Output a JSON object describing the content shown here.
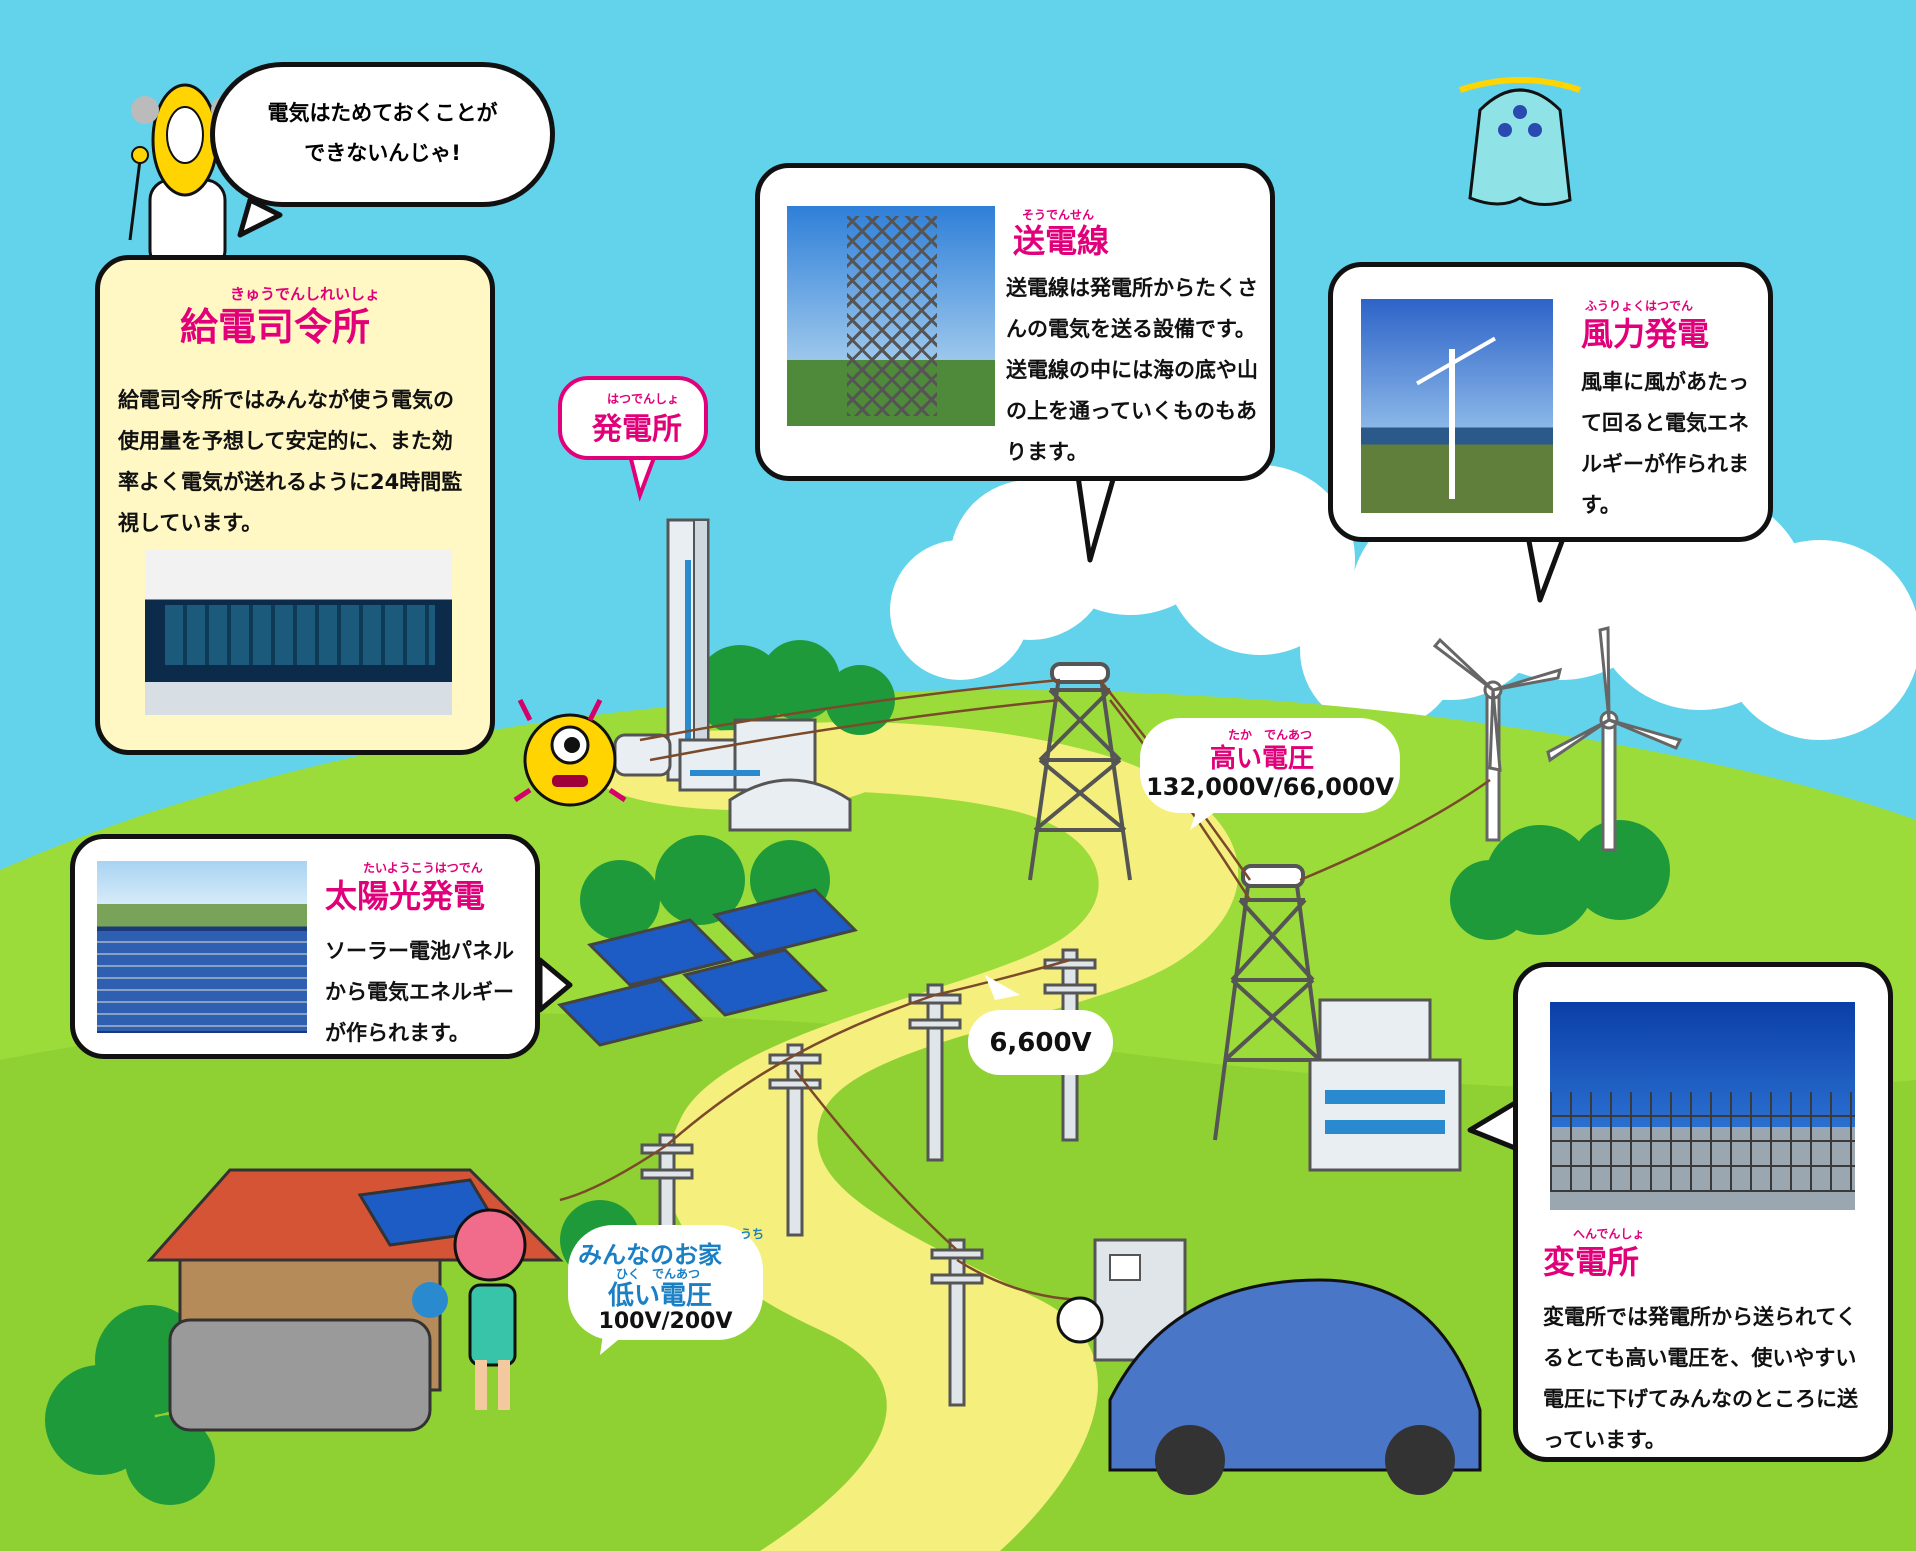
{
  "speech": {
    "line1": "電気はためておくことが",
    "line2": "できないんじゃ!"
  },
  "kyuden": {
    "ruby": "きゅうでんしれいしょ",
    "title": "給電司令所",
    "body": "給電司令所ではみんなが使う電気の使用量を予想して安定的に、また効率よく電気が送れるように24時間監視しています。",
    "photo_icon": "control-room-photo"
  },
  "hatsudensho": {
    "ruby": "はつでんしょ",
    "title": "発電所"
  },
  "soudensen": {
    "ruby": "そうでんせん",
    "title": "送電線",
    "body": "送電線は発電所からたくさんの電気を送る設備です。送電線の中には海の底や山の上を通っていくものもあります。",
    "photo_icon": "transmission-tower-photo"
  },
  "furyoku": {
    "ruby": "ふうりょくはつでん",
    "title": "風力発電",
    "body": "風車に風があたって回ると電気エネルギーが作られます。",
    "photo_icon": "wind-turbine-photo"
  },
  "taiyoko": {
    "ruby": "たいようこうはつでん",
    "title": "太陽光発電",
    "body": "ソーラー電池パネルから電気エネルギーが作られます。",
    "photo_icon": "solar-farm-photo"
  },
  "hendensho": {
    "ruby": "へんでんしょ",
    "title": "変電所",
    "body": "変電所では発電所から送られてくるとても高い電圧を、使いやすい電圧に下げてみんなのところに送っています。",
    "photo_icon": "substation-photo"
  },
  "high_voltage": {
    "ruby": "たか　でんあつ",
    "title": "高い電圧",
    "value": "132,000V/66,000V"
  },
  "mid_voltage": {
    "value": "6,600V"
  },
  "home": {
    "ruby_uchi": "うち",
    "title": "みんなのお家",
    "ruby": "ひく　でんあつ",
    "subtitle": "低い電圧",
    "value": "100V/200V"
  },
  "colors": {
    "sky": "#63d3ec",
    "grass": "#9bdc3a",
    "path": "#f5ef7d",
    "heading_pink": "#e2007a",
    "home_blue": "#1b7fc4"
  }
}
